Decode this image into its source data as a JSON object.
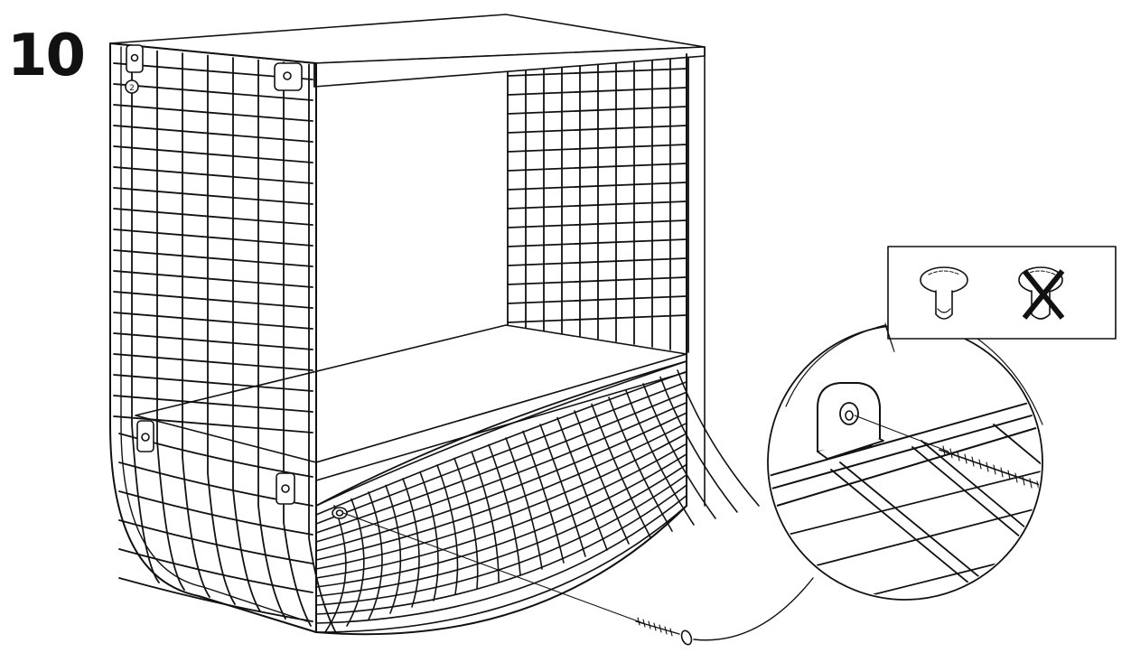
{
  "step": {
    "number": "10"
  },
  "parts": {
    "bracket_label": "2"
  },
  "icons": {
    "shelf_unit": "wire-basket-shelf",
    "screw": "wood-screw",
    "detail": "magnify-detail",
    "correct_screw": "flat-head-screw-correct",
    "wrong_screw": "damaged-screw-incorrect"
  },
  "colors": {
    "line": "#111111",
    "fill": "#ffffff"
  }
}
